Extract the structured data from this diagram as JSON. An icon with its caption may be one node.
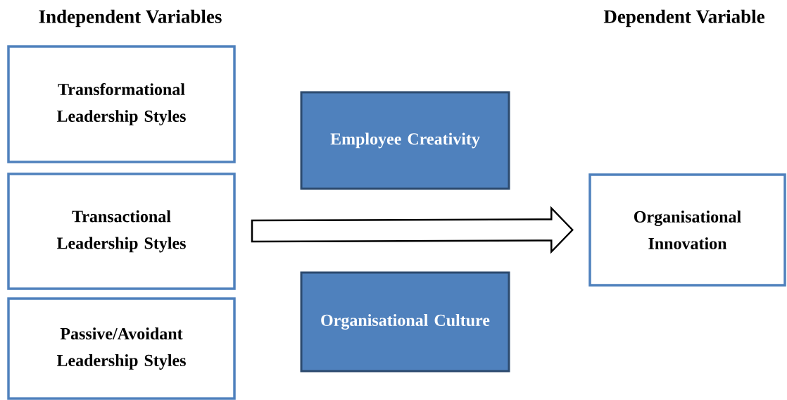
{
  "diagram": {
    "nodes": [
      {
        "text": [
          "Transformational Leadership Styles"
        ]
      },
      {
        "text": [
          "Transactional Leadership Styles"
        ]
      },
      {
        "text": [
          "Passive/Avoidant Leadership Styles"
        ]
      },
      {
        "text": [
          "Employee Creativity"
        ]
      },
      {
        "text": [
          "Organisational Culture"
        ]
      },
      {
        "text": [
          "Organisational Innovation"
        ]
      }
    ],
    "edges": [
      {
        "from": null,
        "to": 5,
        "arrow": "to"
      }
    ],
    "labels": [
      "Independent Variables",
      "Dependent Variable"
    ]
  }
}
